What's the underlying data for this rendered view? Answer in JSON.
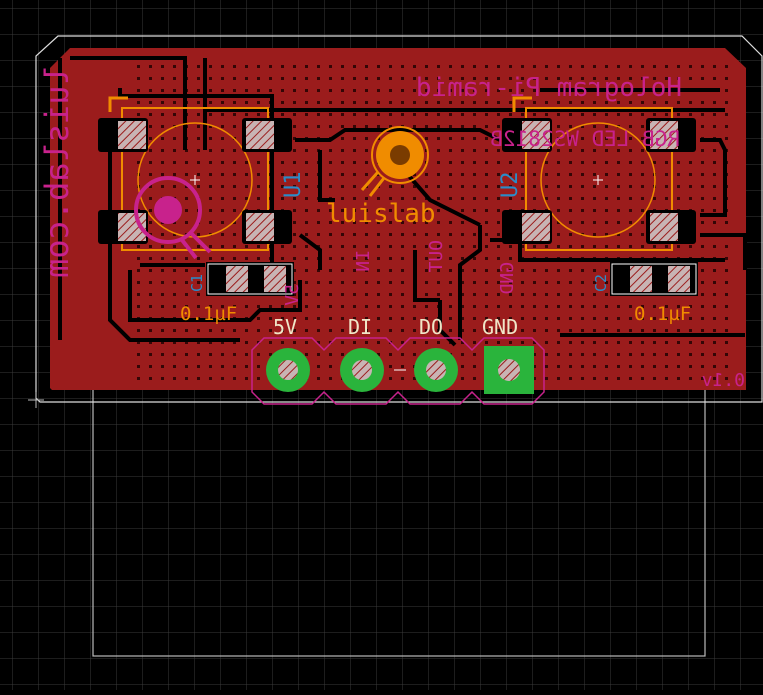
{
  "app": "EAGLE PCB Board Editor",
  "colors": {
    "background": "#000000",
    "grid": "#3a3a3a",
    "copper": "#9b1c1c",
    "copper_dark": "#7a1212",
    "pad": "#c8b4b4",
    "tplace": "#f08c00",
    "tnames": "#2a8cc8",
    "bottom_text": "#c8228c",
    "via_pad": "#2ab43c",
    "outline": "#cccccc",
    "silk": "#ffd200"
  },
  "board": {
    "title": "Hologram Pi-ramid",
    "subtitle": "RGB LED WS2812B",
    "brand_top": "luislab",
    "brand_side": "luislab.com",
    "version": "0.1v"
  },
  "components": [
    {
      "ref": "U1",
      "type": "WS2812B"
    },
    {
      "ref": "U2",
      "type": "WS2812B"
    },
    {
      "ref": "C1",
      "value": "0.1µF"
    },
    {
      "ref": "C2",
      "value": "0.1µF"
    }
  ],
  "connector": {
    "pins": [
      "5V",
      "DI",
      "DO",
      "GND"
    ],
    "back_labels": [
      "5V",
      "IN",
      "OUT",
      "GND"
    ]
  },
  "icons": [
    "luislab-logo-icon",
    "luislab-logo-mirrored-icon",
    "origin-cross-icon"
  ]
}
